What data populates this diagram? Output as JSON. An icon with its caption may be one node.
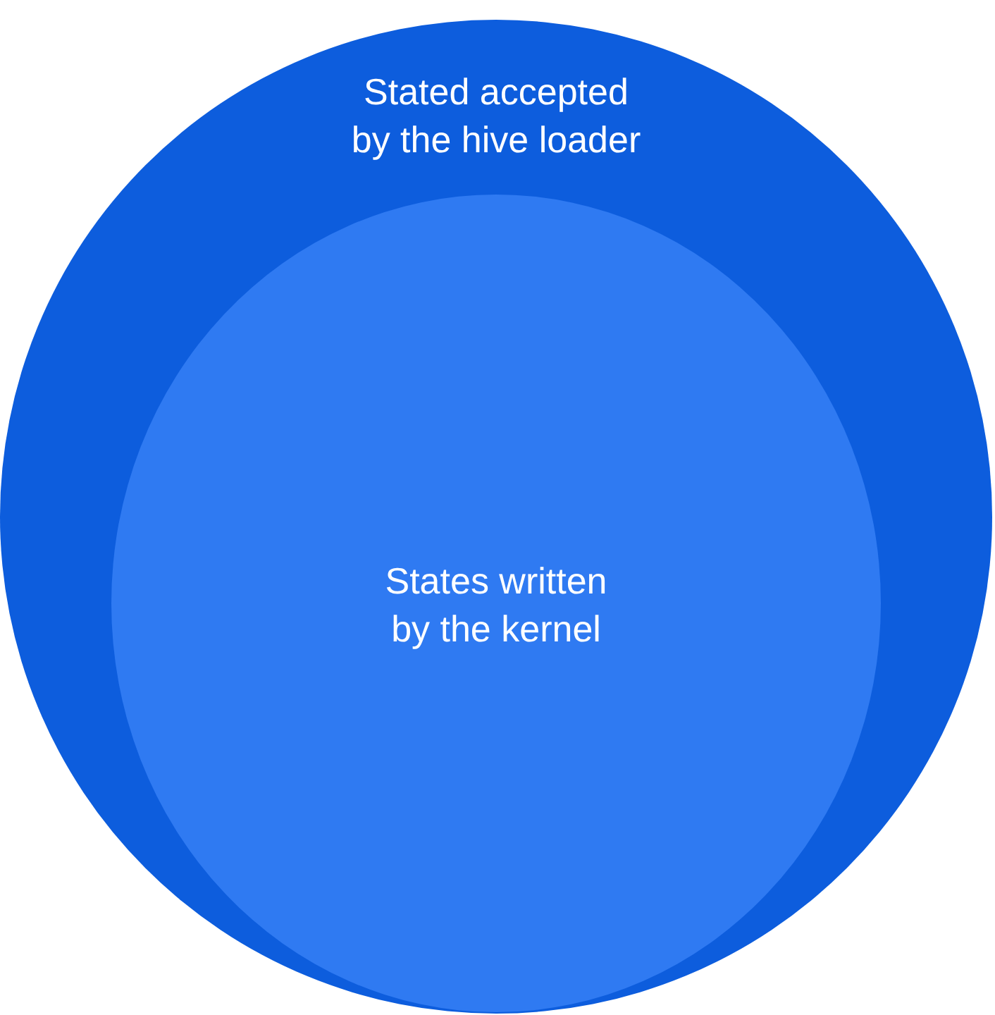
{
  "diagram": {
    "nodes": [
      {
        "text": [
          "Stated accepted by the hive loader"
        ]
      },
      {
        "text": [
          "States written by the kernel"
        ],
        "in": 0
      }
    ]
  }
}
